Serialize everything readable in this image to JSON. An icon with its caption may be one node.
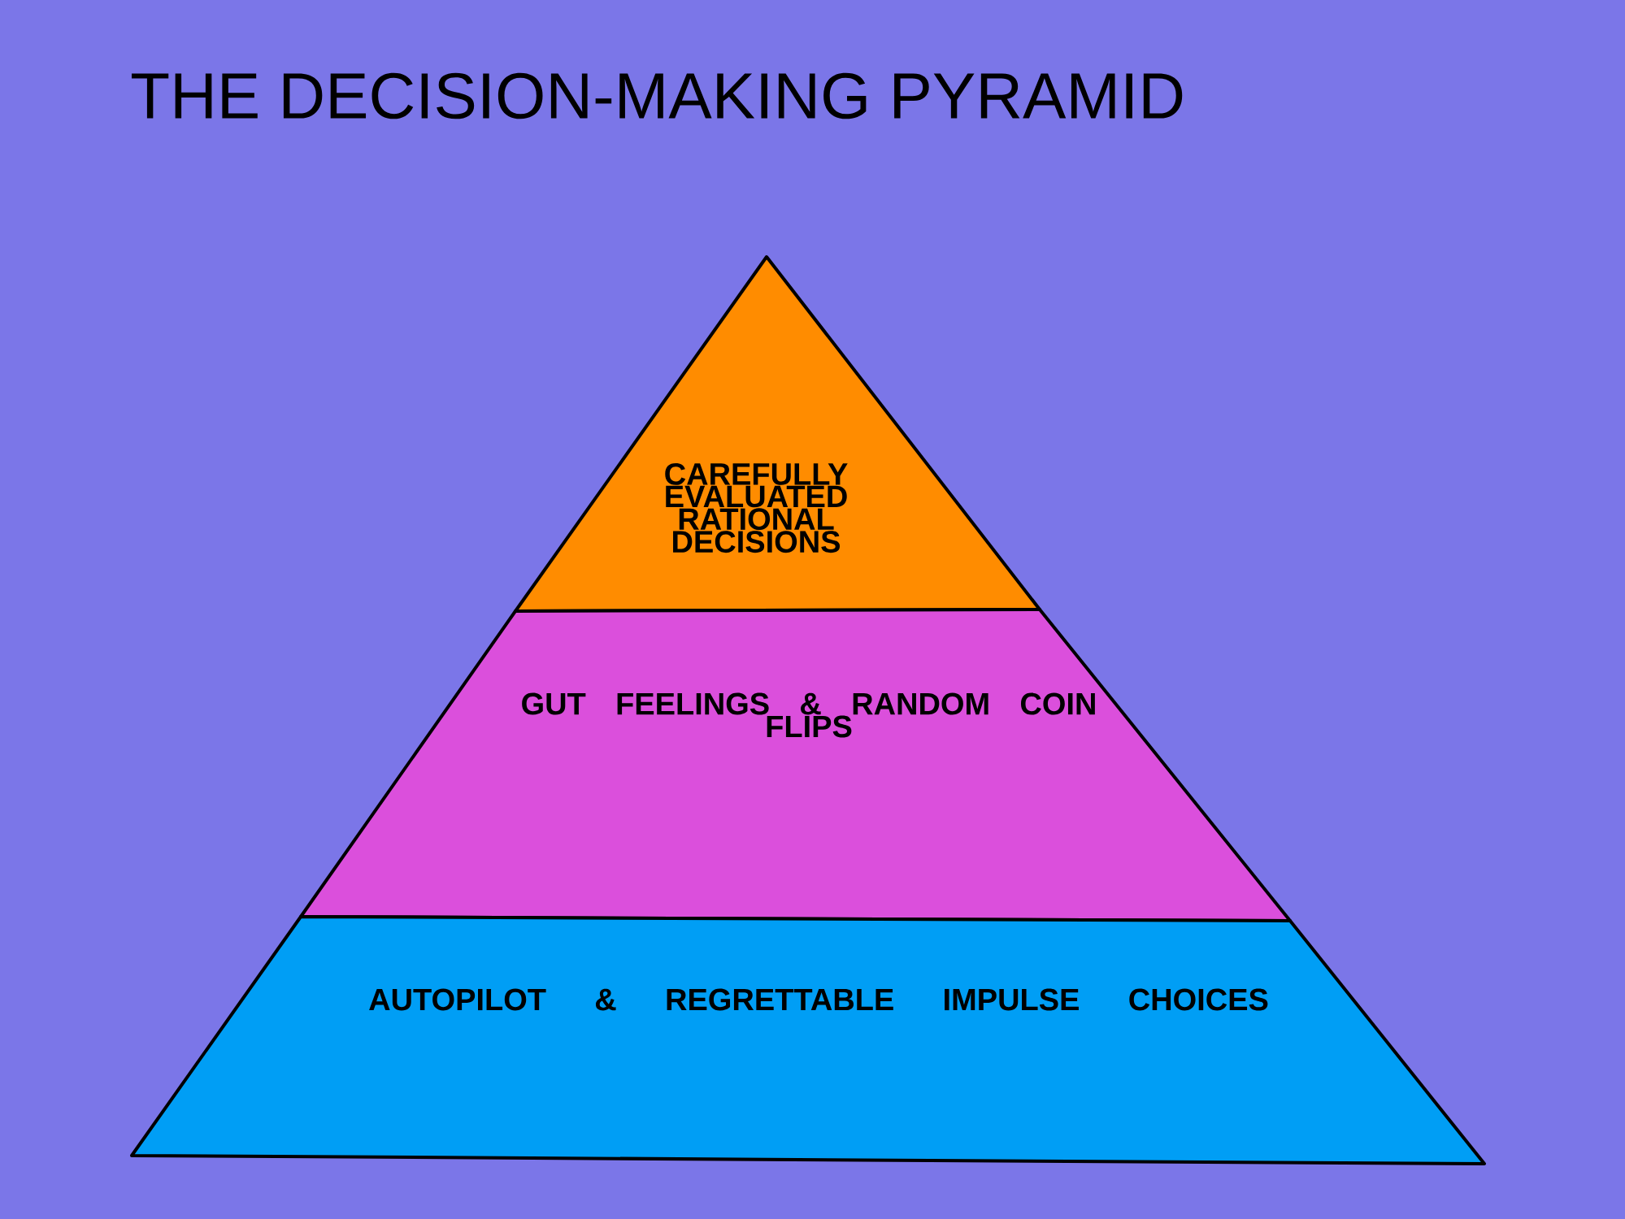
{
  "diagram": {
    "title": "THE DECISION-MAKING PYRAMID",
    "nodes": [
      {
        "text": [
          "CAREFULLY EVALUATED RATIONAL DECISIONS"
        ]
      },
      {
        "text": [
          "GUT FEELINGS & RANDOM COIN FLIPS"
        ]
      },
      {
        "text": [
          "AUTOPILOT & REGRETTABLE IMPULSE CHOICES"
        ]
      }
    ]
  }
}
